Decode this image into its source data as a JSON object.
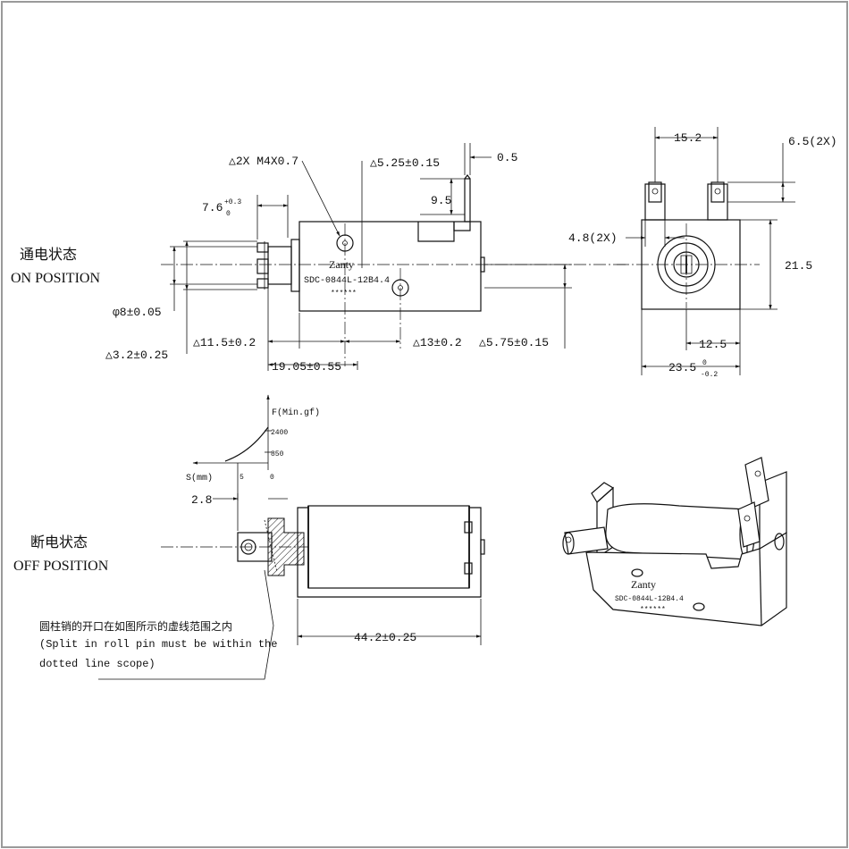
{
  "on_view": {
    "title_cn": "通电状态",
    "title_en": "ON POSITION",
    "dims": {
      "screw": "△2X M4X0.7",
      "pin_offset": "△5.25±0.15",
      "tab_thickness": "0.5",
      "tab_height": "9.5",
      "plunger_ext": "7.6",
      "plunger_ext_tol_upper": "+0.3",
      "plunger_ext_tol_lower": "0",
      "plunger_dia": "φ8±0.05",
      "flange_dim": "△3.2±0.25",
      "hole_a": "△11.5±0.2",
      "hole_pitch": "△13±0.2",
      "hole_height": "△5.75±0.15",
      "stroke_total": "19.05±0.55"
    },
    "brand": "Zanty",
    "model": "SDC-0844L-12B4.4",
    "serial": "******"
  },
  "end_view": {
    "dims": {
      "terminal_pitch": "15.2",
      "terminal_height": "6.5(2X)",
      "terminal_width": "4.8(2X)",
      "height": "21.5",
      "center": "12.5",
      "width": "23.5",
      "width_tol_upper": "0",
      "width_tol_lower": "-0.2"
    }
  },
  "force_curve": {
    "y_label": "F(Min.gf)",
    "x_label": "S(mm)",
    "y_ticks": [
      "2400",
      "850"
    ],
    "x_ticks": [
      "5",
      "0"
    ]
  },
  "off_view": {
    "title_cn": "断电状态",
    "title_en": "OFF POSITION",
    "dims": {
      "plunger_ext": "2.8",
      "length": "44.2±0.25"
    },
    "note_cn": "圆柱销的开口在如图所示的虚线范围之内",
    "note_en_1": "(Split in roll pin must be within the",
    "note_en_2": "dotted line scope)"
  },
  "iso_view": {
    "brand": "Zanty",
    "model": "SDC-0844L-12B4.4",
    "serial": "******"
  }
}
